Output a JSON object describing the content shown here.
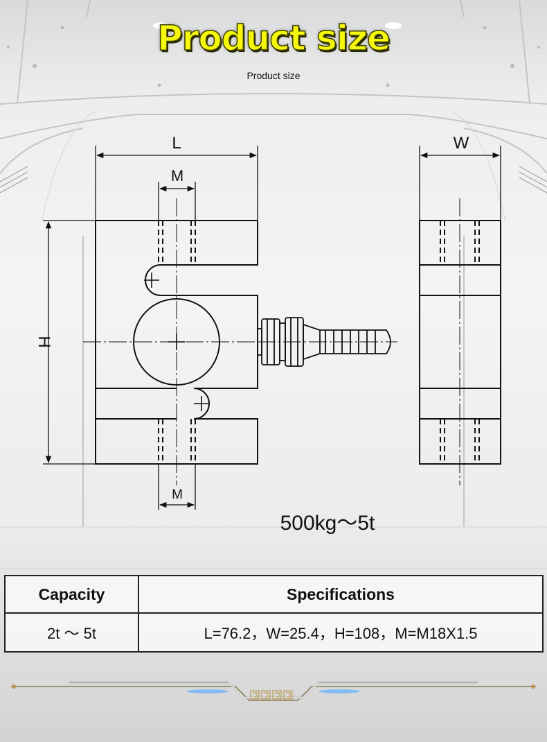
{
  "header": {
    "title": "Product size",
    "subtitle": "Product size"
  },
  "diagram": {
    "labels": {
      "length": "L",
      "width": "W",
      "height": "H",
      "thread_top": "M",
      "thread_bottom": "M"
    },
    "range_note": "500kg～5t"
  },
  "table": {
    "headers": [
      "Capacity",
      "Specifications"
    ],
    "rows": [
      {
        "capacity": "2t ～ 5t",
        "specifications": "L=76.2，W=25.4，H=108，M=M18X1.5"
      }
    ]
  },
  "colors": {
    "title_fill": "#f5f80a",
    "title_outline": "#3b3b00",
    "line": "#111111",
    "accent_glow": "#4aa8ff"
  }
}
